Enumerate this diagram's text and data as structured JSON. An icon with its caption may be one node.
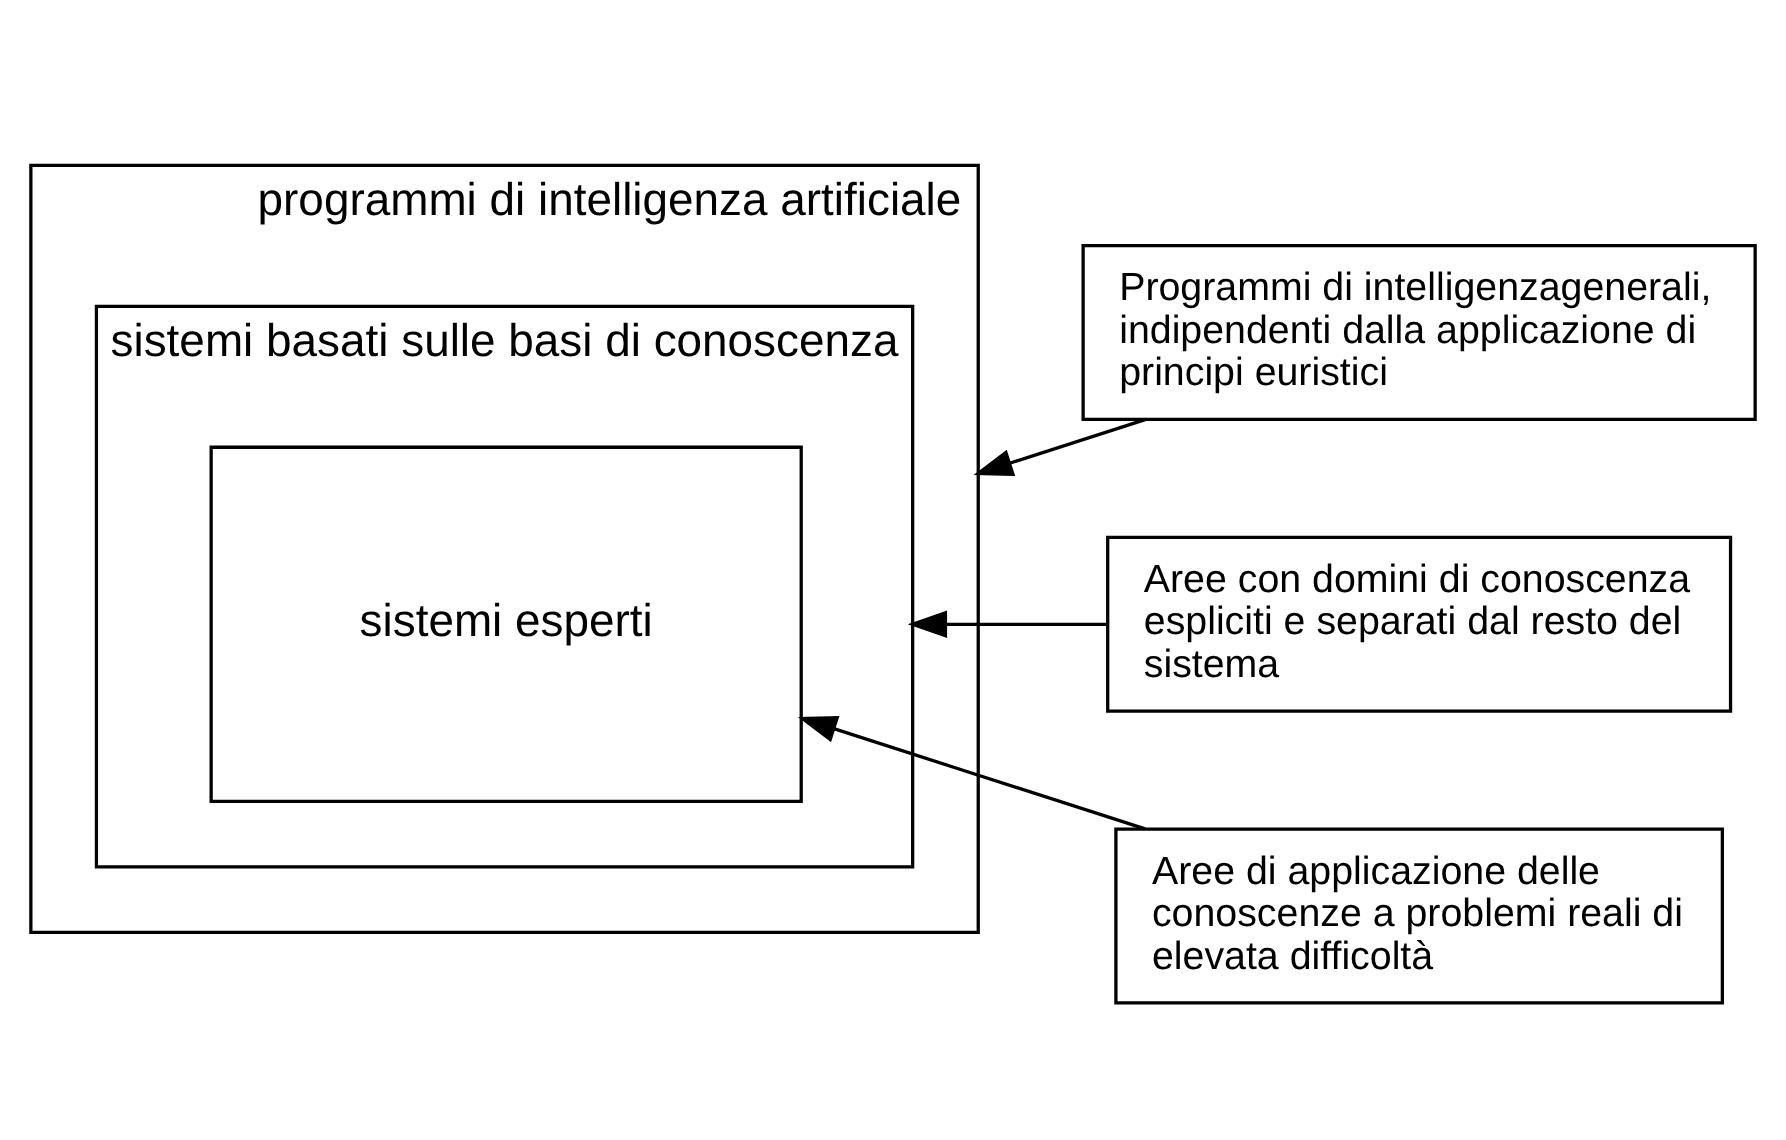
{
  "diagram": {
    "nodes": [
      {
        "text": [
          "programmi di intelligenza artificiale"
        ]
      },
      {
        "text": [
          "sistemi basati sulle basi di conoscenza"
        ],
        "in": 0
      },
      {
        "text": [
          "sistemi esperti"
        ],
        "in": 1
      },
      {
        "text": [
          "Programmi di intelligenzagenerali, indipendenti dalla applicazione di principi euristici"
        ]
      },
      {
        "text": [
          "Aree con domini di conoscenza espliciti e separati dal resto del sistema"
        ]
      },
      {
        "text": [
          "Aree di applicazione delle conoscenze a problemi reali di elevata difficoltà"
        ]
      }
    ],
    "edges": [
      {
        "from": 3,
        "to": 0,
        "arrow": "to"
      },
      {
        "from": 4,
        "to": 1,
        "arrow": "to"
      },
      {
        "from": 5,
        "to": 2,
        "arrow": "to"
      }
    ]
  }
}
